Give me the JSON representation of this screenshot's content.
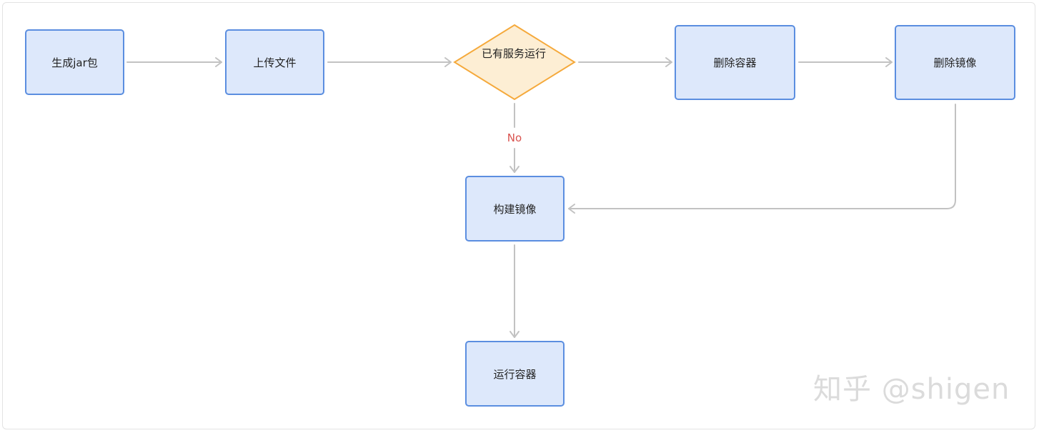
{
  "flowchart": {
    "nodes": {
      "generate_jar": "生成jar包",
      "upload_file": "上传文件",
      "service_running": "已有服务运行",
      "delete_container": "删除容器",
      "delete_image": "删除镜像",
      "build_image": "构建镜像",
      "run_container": "运行容器"
    },
    "edge_labels": {
      "no": "No"
    },
    "colors": {
      "process_fill": "#dde8fb",
      "process_border": "#5b8ee0",
      "decision_fill": "#fdeed4",
      "decision_border": "#f5a93b",
      "connector": "#c2c2c2",
      "no_label": "#d9534f"
    }
  },
  "watermark": "知乎 @shigen"
}
